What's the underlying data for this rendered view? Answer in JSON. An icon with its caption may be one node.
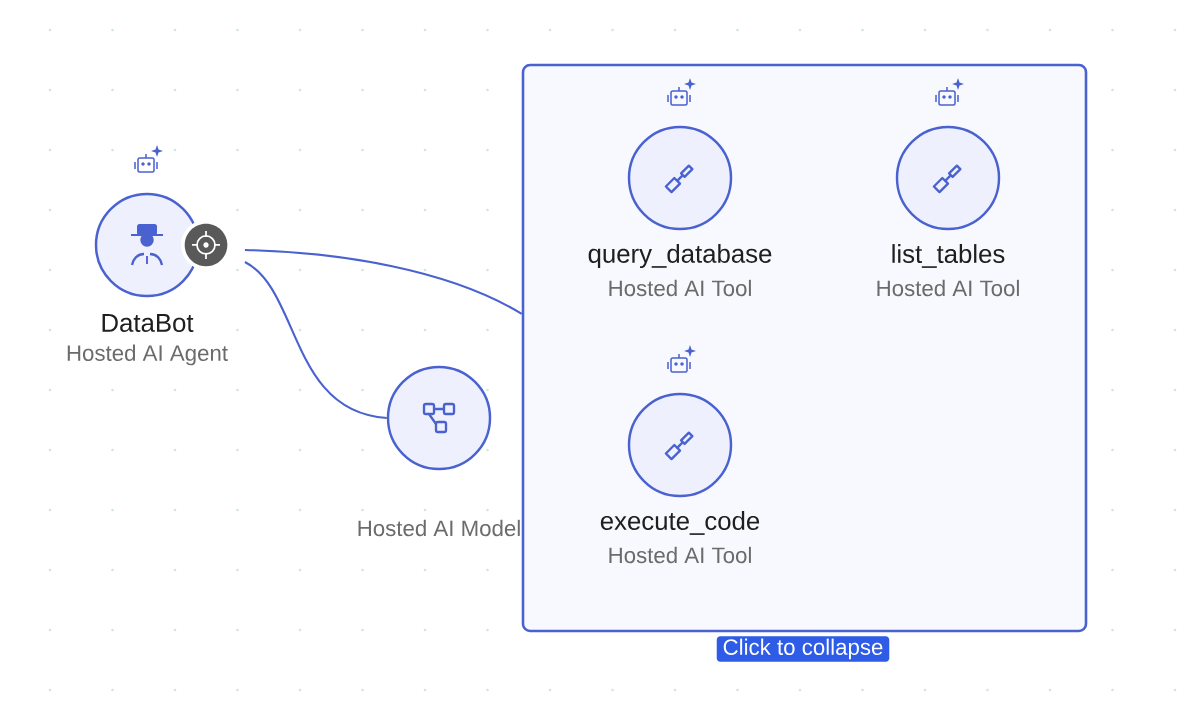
{
  "diagram": {
    "nodes": [
      {
        "text": [
          "DataBot",
          "Hosted AI Agent"
        ]
      },
      {
        "text": [
          "Hosted AI Model"
        ]
      },
      {
        "text": [],
        "shape": "box"
      },
      {
        "text": [
          "query_database",
          "Hosted AI Tool"
        ],
        "in": 2
      },
      {
        "text": [
          "list_tables",
          "Hosted AI Tool"
        ],
        "in": 2
      },
      {
        "text": [
          "execute_code",
          "Hosted AI Tool"
        ],
        "in": 2
      }
    ],
    "edges": [
      {
        "from": 0,
        "to": 2,
        "arrow": "none"
      },
      {
        "from": 0,
        "to": 1,
        "arrow": "none"
      }
    ],
    "labels": [
      "Click to collapse"
    ]
  }
}
